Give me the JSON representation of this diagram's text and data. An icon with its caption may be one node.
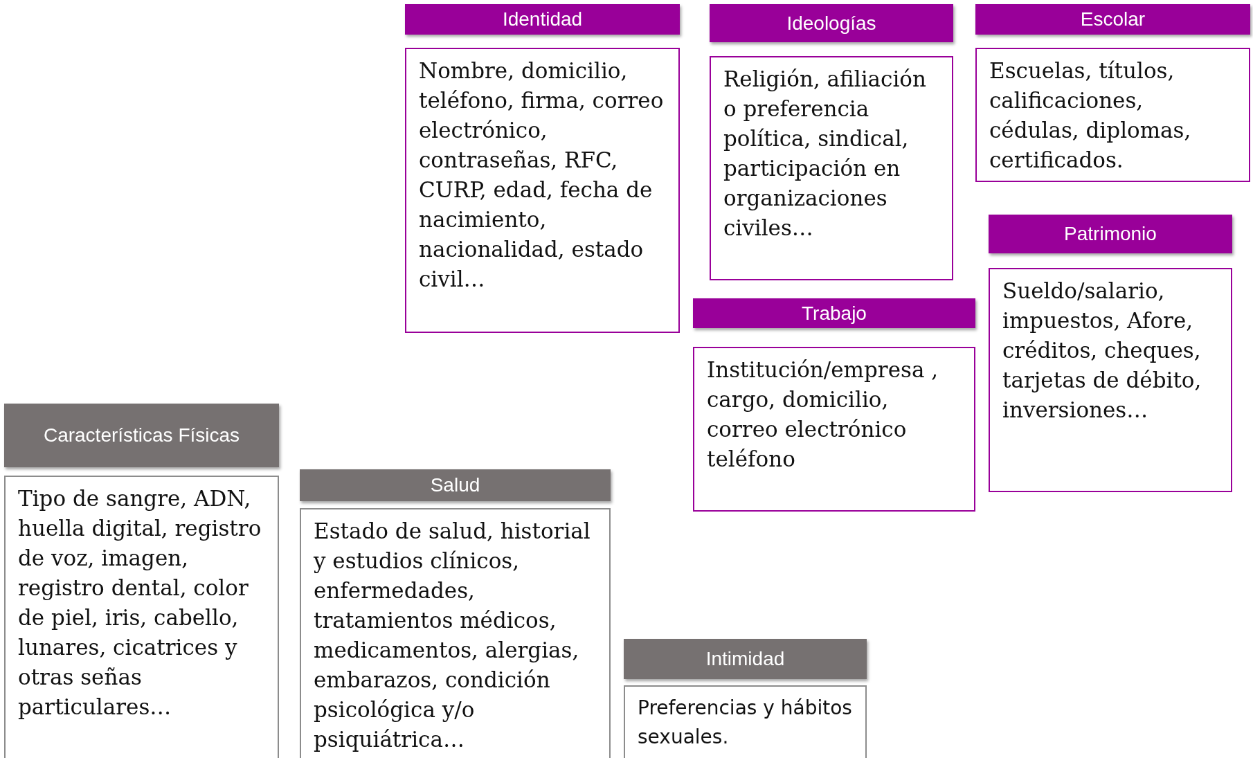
{
  "diagram": {
    "nodes": [
      {
        "text": [
          "Identidad",
          "Nombre, domicilio, teléfono, firma, correo electrónico, contraseñas, RFC, CURP, edad, fecha de nacimiento, nacionalidad, estado civil…"
        ]
      },
      {
        "text": [
          "Ideologías",
          "Religión, afiliación o preferencia política, sindical, participación en organizaciones civiles…"
        ]
      },
      {
        "text": [
          "Escolar",
          "Escuelas, títulos, calificaciones, cédulas, diplomas, certificados."
        ]
      },
      {
        "text": [
          "Patrimonio",
          "Sueldo/salario, impuestos, Afore, créditos, cheques, tarjetas de débito, inversiones…"
        ]
      },
      {
        "text": [
          "Trabajo",
          "Institución/empresa , cargo, domicilio, correo electrónico teléfono"
        ]
      },
      {
        "text": [
          "Características Físicas",
          "Tipo de sangre, ADN, huella digital, registro de voz, imagen, registro dental, color de piel, iris, cabello, lunares, cicatrices y otras señas particulares…"
        ]
      },
      {
        "text": [
          "Salud",
          "Estado de salud, historial y estudios clínicos, enfermedades, tratamientos médicos, medicamentos, alergias, embarazos, condición psicológica y/o psiquiátrica…"
        ]
      },
      {
        "text": [
          "Intimidad",
          "Preferencias y hábitos sexuales."
        ]
      }
    ]
  }
}
